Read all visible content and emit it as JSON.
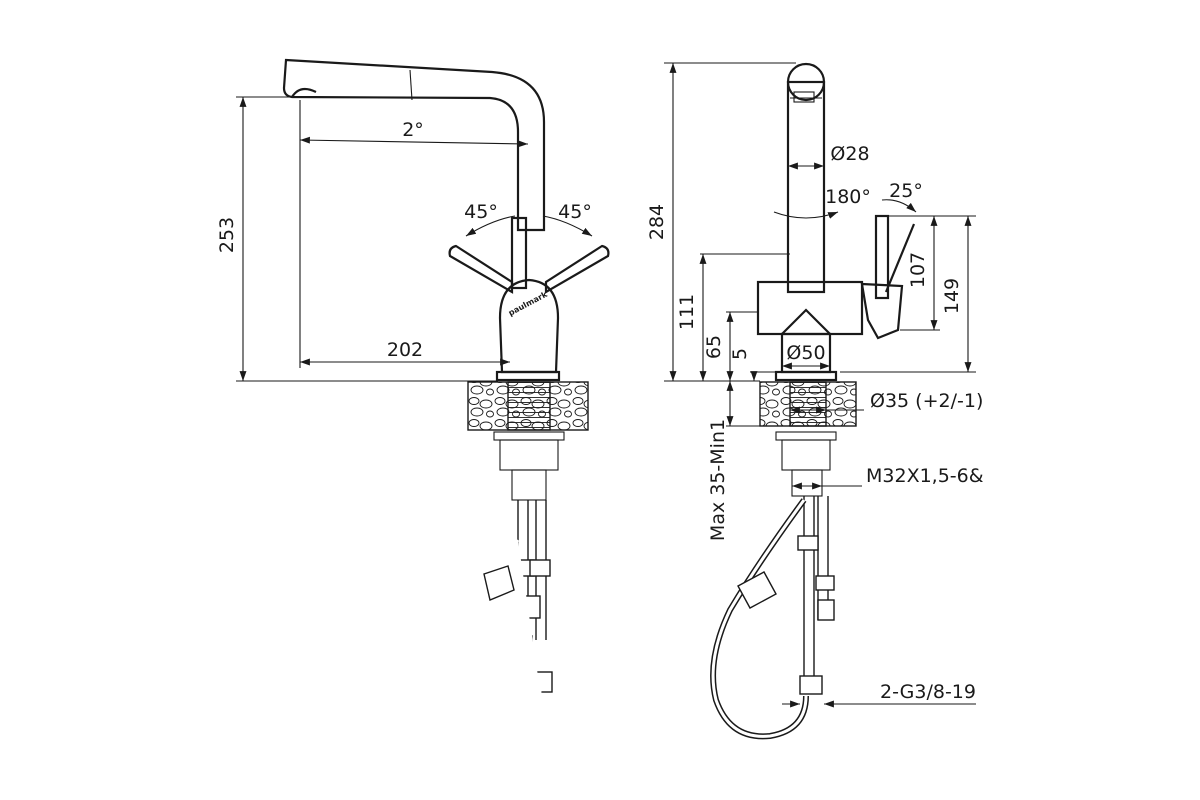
{
  "drawing": {
    "brand_mark": "paulmark",
    "front_view": {
      "spout_angle": "2°",
      "handle_angle_left": "45°",
      "handle_angle_right": "45°",
      "height": "253",
      "reach": "202"
    },
    "side_view": {
      "total_height": "284",
      "spout_diameter": "Ø28",
      "swivel": "180°",
      "lever_angle": "25°",
      "body_height_107": "107",
      "body_height_149": "149",
      "body_height_111": "111",
      "base_65": "65",
      "base_5": "5",
      "base_diameter": "Ø50",
      "hole_diameter": "Ø35 (+2/-1)",
      "thread": "M32X1,5-6&",
      "counter_thickness": "Max 35-Min1",
      "connection": "2-G3/8-19"
    }
  },
  "colors": {
    "ink": "#1a1a1a",
    "background": "#ffffff"
  }
}
